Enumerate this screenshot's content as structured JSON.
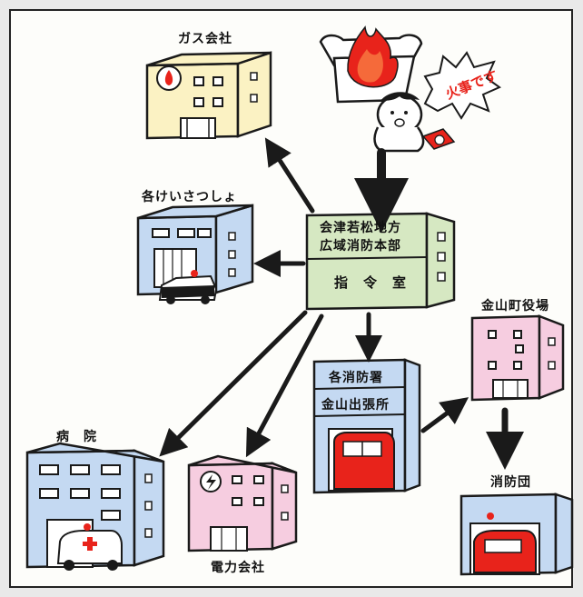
{
  "nodes": {
    "gas_company": "ガス会社",
    "police": "各けいさつしょ",
    "hq_line1": "会津若松地方",
    "hq_line2": "広域消防本部",
    "hq_room": "指　令　室",
    "kanayama_office": "金山町役場",
    "station_line1": "各消防署",
    "station_line2": "金山出張所",
    "hospital": "病　院",
    "power_company": "電力会社",
    "fire_brigade": "消防団"
  },
  "caller_speech": "火事です",
  "colors": {
    "yellow": "#fbf2c3",
    "blue": "#c4d9f2",
    "green": "#d6e8c2",
    "pink": "#f6cde0",
    "red": "#e8231b",
    "ink": "#1a1a1a"
  }
}
